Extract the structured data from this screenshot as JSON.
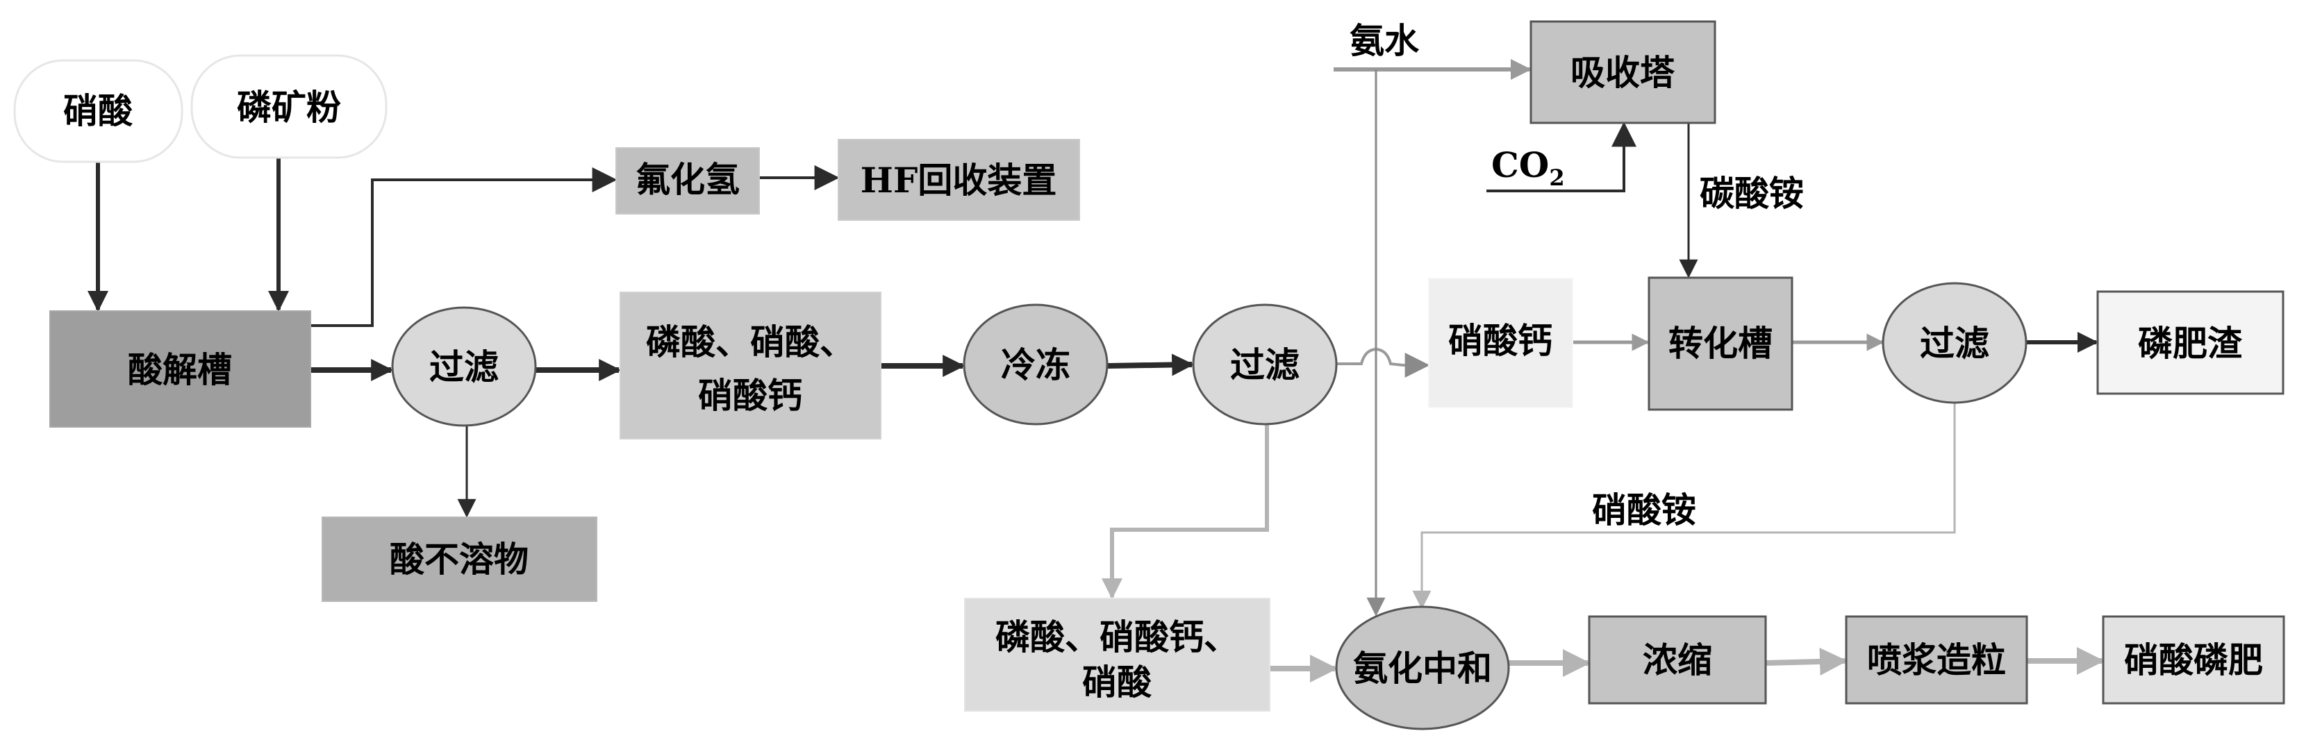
{
  "title": "硝酸磷肥生产工艺流程",
  "colors": {
    "dark_line": "#2b2b2b",
    "gray_line": "#9a9a9a",
    "light_line": "#b4b4b4"
  },
  "nodes": {
    "input_nitric_acid": {
      "lines": [
        "硝酸"
      ],
      "shape": "pill",
      "fill": "#ffffff"
    },
    "input_phosphate_rock": {
      "lines": [
        "磷矿粉"
      ],
      "shape": "pill",
      "fill": "#ffffff"
    },
    "acid_digestion_tank": {
      "lines": [
        "酸解槽"
      ],
      "shape": "rect",
      "fill": "#9e9e9e"
    },
    "filter_1": {
      "lines": [
        "过滤"
      ],
      "shape": "ellipse",
      "fill": "#d9d9d9"
    },
    "hydrogen_fluoride": {
      "lines": [
        "氟化氢"
      ],
      "shape": "rect",
      "fill": "#c0c0c0"
    },
    "hf_recovery_unit": {
      "lines": [
        "HF回收装置"
      ],
      "shape": "rect",
      "fill": "#c3c3c3"
    },
    "acid_insolubles": {
      "lines": [
        "酸不溶物"
      ],
      "shape": "rect",
      "fill": "#b0b0b0"
    },
    "mixed_acid_solution": {
      "lines": [
        "磷酸、硝酸、",
        "硝酸钙"
      ],
      "shape": "rect",
      "fill": "#cacaca"
    },
    "freezing": {
      "lines": [
        "冷冻"
      ],
      "shape": "ellipse",
      "fill": "#c8c8c8"
    },
    "filter_2": {
      "lines": [
        "过滤"
      ],
      "shape": "ellipse",
      "fill": "#d9d9d9"
    },
    "calcium_nitrate": {
      "lines": [
        "硝酸钙"
      ],
      "shape": "rect",
      "fill": "#efefef"
    },
    "absorption_tower": {
      "lines": [
        "吸收塔"
      ],
      "shape": "rect",
      "fill": "#c4c4c4"
    },
    "conversion_tank": {
      "lines": [
        "转化槽"
      ],
      "shape": "rect",
      "fill": "#c4c4c4"
    },
    "filter_3": {
      "lines": [
        "过滤"
      ],
      "shape": "ellipse",
      "fill": "#d9d9d9"
    },
    "phosphate_fertilizer_residue": {
      "lines": [
        "磷肥渣"
      ],
      "shape": "rect",
      "fill": "#f4f4f4"
    },
    "mother_liquor": {
      "lines": [
        "磷酸、硝酸钙、",
        "硝酸"
      ],
      "shape": "rect",
      "fill": "#dcdcdc"
    },
    "ammoniation_neutralization": {
      "lines": [
        "氨化中和"
      ],
      "shape": "ellipse",
      "fill": "#c6c6c6"
    },
    "concentration": {
      "lines": [
        "浓缩"
      ],
      "shape": "rect",
      "fill": "#c4c4c4"
    },
    "slurry_granulation": {
      "lines": [
        "喷浆造粒"
      ],
      "shape": "rect",
      "fill": "#c4c4c4"
    },
    "nitrophosphate_fertilizer": {
      "lines": [
        "硝酸磷肥"
      ],
      "shape": "rect",
      "fill": "#e2e2e2"
    }
  },
  "labels": {
    "ammonia_water": "氨水",
    "co2_main": "CO",
    "co2_sub": "2",
    "ammonium_carbonate": "碳酸铵",
    "ammonium_nitrate": "硝酸铵"
  },
  "edges": [
    {
      "from": "硝酸",
      "to": "酸解槽"
    },
    {
      "from": "磷矿粉",
      "to": "酸解槽"
    },
    {
      "from": "酸解槽",
      "to": "氟化氢"
    },
    {
      "from": "氟化氢",
      "to": "HF回收装置"
    },
    {
      "from": "酸解槽",
      "to": "过滤"
    },
    {
      "from": "过滤",
      "to": "酸不溶物"
    },
    {
      "from": "过滤",
      "to": "磷酸、硝酸、硝酸钙"
    },
    {
      "from": "磷酸、硝酸、硝酸钙",
      "to": "冷冻"
    },
    {
      "from": "冷冻",
      "to": "过滤"
    },
    {
      "from": "过滤",
      "to": "硝酸钙"
    },
    {
      "from": "过滤",
      "to": "磷酸、硝酸钙、硝酸"
    },
    {
      "from": "氨水",
      "to": "吸收塔"
    },
    {
      "from": "氨水",
      "to": "氨化中和"
    },
    {
      "from": "CO2",
      "to": "吸收塔"
    },
    {
      "from": "吸收塔",
      "to": "转化槽",
      "label": "碳酸铵"
    },
    {
      "from": "硝酸钙",
      "to": "转化槽"
    },
    {
      "from": "转化槽",
      "to": "过滤"
    },
    {
      "from": "过滤",
      "to": "磷肥渣"
    },
    {
      "from": "过滤",
      "to": "氨化中和",
      "label": "硝酸铵"
    },
    {
      "from": "磷酸、硝酸钙、硝酸",
      "to": "氨化中和"
    },
    {
      "from": "氨化中和",
      "to": "浓缩"
    },
    {
      "from": "浓缩",
      "to": "喷浆造粒"
    },
    {
      "from": "喷浆造粒",
      "to": "硝酸磷肥"
    }
  ]
}
